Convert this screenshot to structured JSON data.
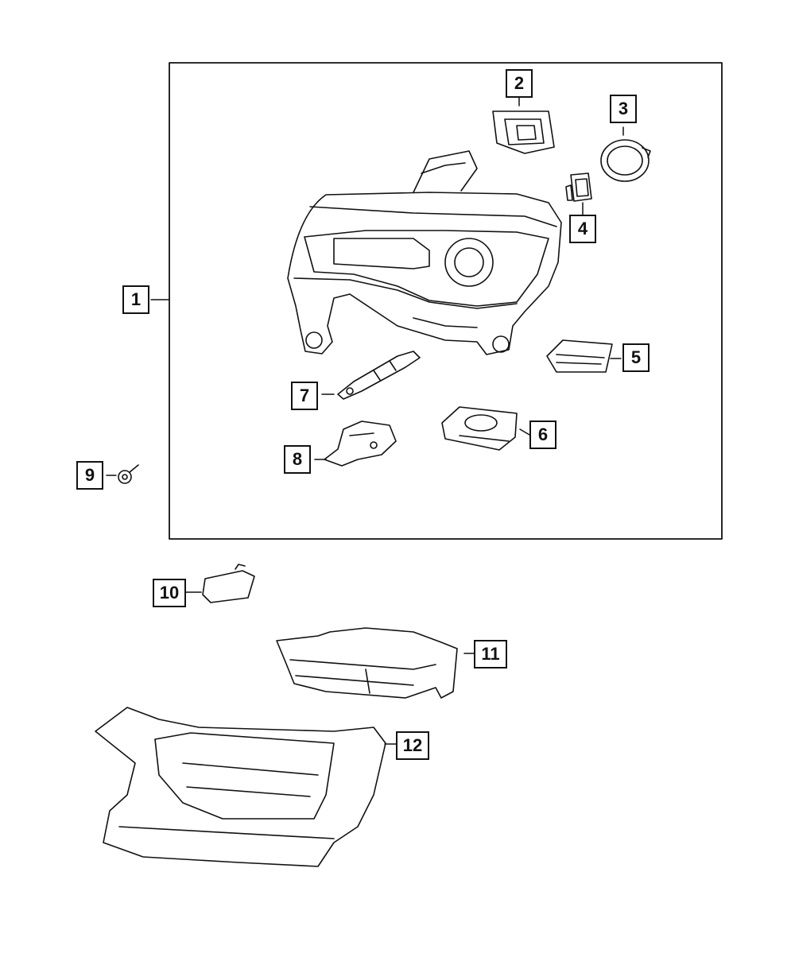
{
  "callouts": [
    "1",
    "2",
    "3",
    "4",
    "5",
    "6",
    "7",
    "8",
    "9",
    "10",
    "11",
    "12"
  ],
  "colors": {
    "line": "#111111",
    "background": "#ffffff"
  }
}
